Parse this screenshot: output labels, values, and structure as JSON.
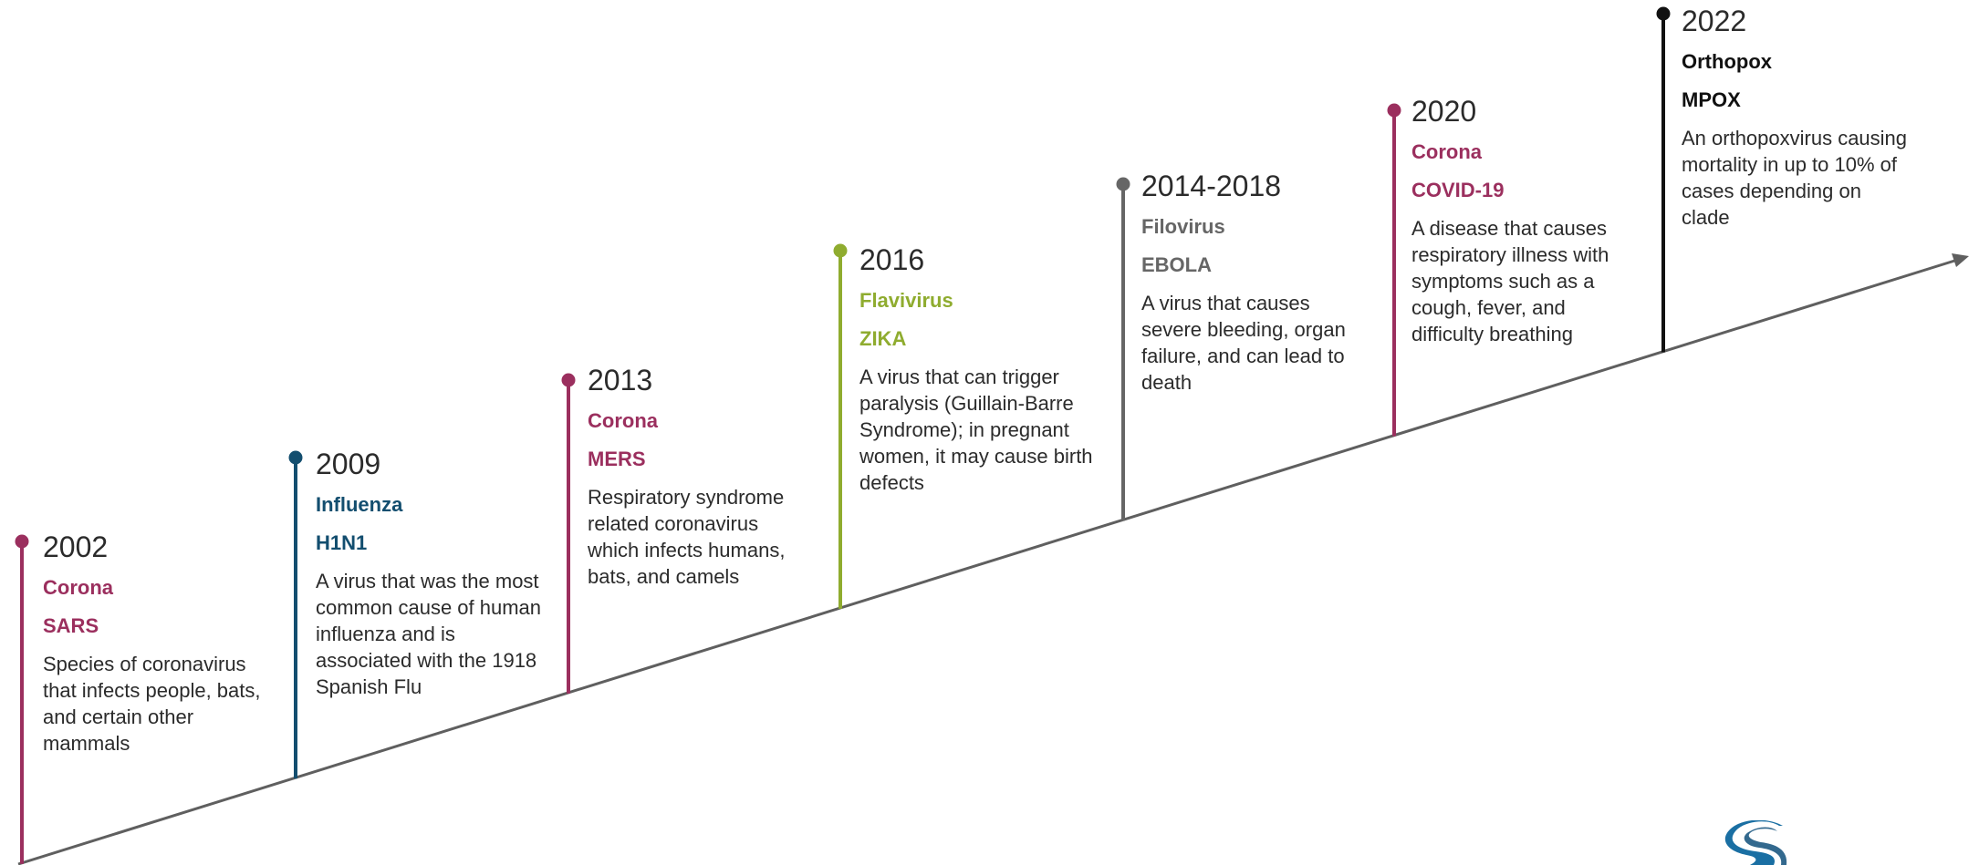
{
  "events": [
    {
      "year": "2002",
      "family": "Corona",
      "virus": "SARS",
      "description": "Species of coronavirus that infects people, bats, and certain other mammals",
      "color": "#9b2f5e"
    },
    {
      "year": "2009",
      "family": "Influenza",
      "virus": "H1N1",
      "description": "A virus that was the most common cause of human influenza and is associated with the 1918 Spanish Flu",
      "color": "#134e6f"
    },
    {
      "year": "2013",
      "family": "Corona",
      "virus": "MERS",
      "description": "Respiratory syndrome related coronavirus which infects humans, bats, and camels",
      "color": "#9b2f5e"
    },
    {
      "year": "2016",
      "family": "Flavivirus",
      "virus": "ZIKA",
      "description": "A virus that can trigger paralysis (Guillain-Barre Syndrome); in pregnant women, it may cause birth defects",
      "color": "#8fac2f"
    },
    {
      "year": "2014-2018",
      "family": "Filovirus",
      "virus": "EBOLA",
      "description": "A virus that causes severe bleeding, organ failure, and can lead to death",
      "color": "#666666"
    },
    {
      "year": "2020",
      "family": "Corona",
      "virus": "COVID-19",
      "description": "A disease that causes respiratory illness with symptoms such as a cough, fever, and difficulty breathing",
      "color": "#9b2f5e"
    },
    {
      "year": "2022",
      "family": "Orthopox",
      "virus": "MPOX",
      "description": "An orthopoxvirus causing mortality in up to 10% of cases depending on clade",
      "color": "#111111"
    }
  ],
  "colors": {
    "axis": "#5f5f5f",
    "logo": "#1a6fa3"
  },
  "icons": {
    "logo": "s-logo-icon"
  }
}
